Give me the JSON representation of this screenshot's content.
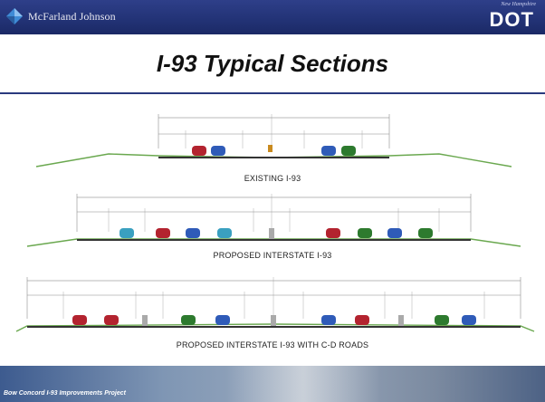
{
  "header": {
    "company": "McFarland Johnson",
    "agency_tagline": "New Hampshire",
    "agency_logo": "DOT"
  },
  "slide": {
    "title": "I-93 Typical Sections"
  },
  "sections": {
    "existing": {
      "caption": "EXISTING I-93"
    },
    "proposed": {
      "caption": "PROPOSED INTERSTATE I-93"
    },
    "proposed_cd": {
      "caption": "PROPOSED INTERSTATE I-93 WITH C-D ROADS"
    }
  },
  "footer": {
    "project": "Bow Concord I-93 Improvements Project"
  },
  "colors": {
    "header_navy": "#223275",
    "car_red": "#b3232f",
    "car_blue": "#2f5bb8",
    "car_green": "#2d7a2e",
    "car_teal": "#3aa0c0",
    "grass": "#6aa84f"
  }
}
